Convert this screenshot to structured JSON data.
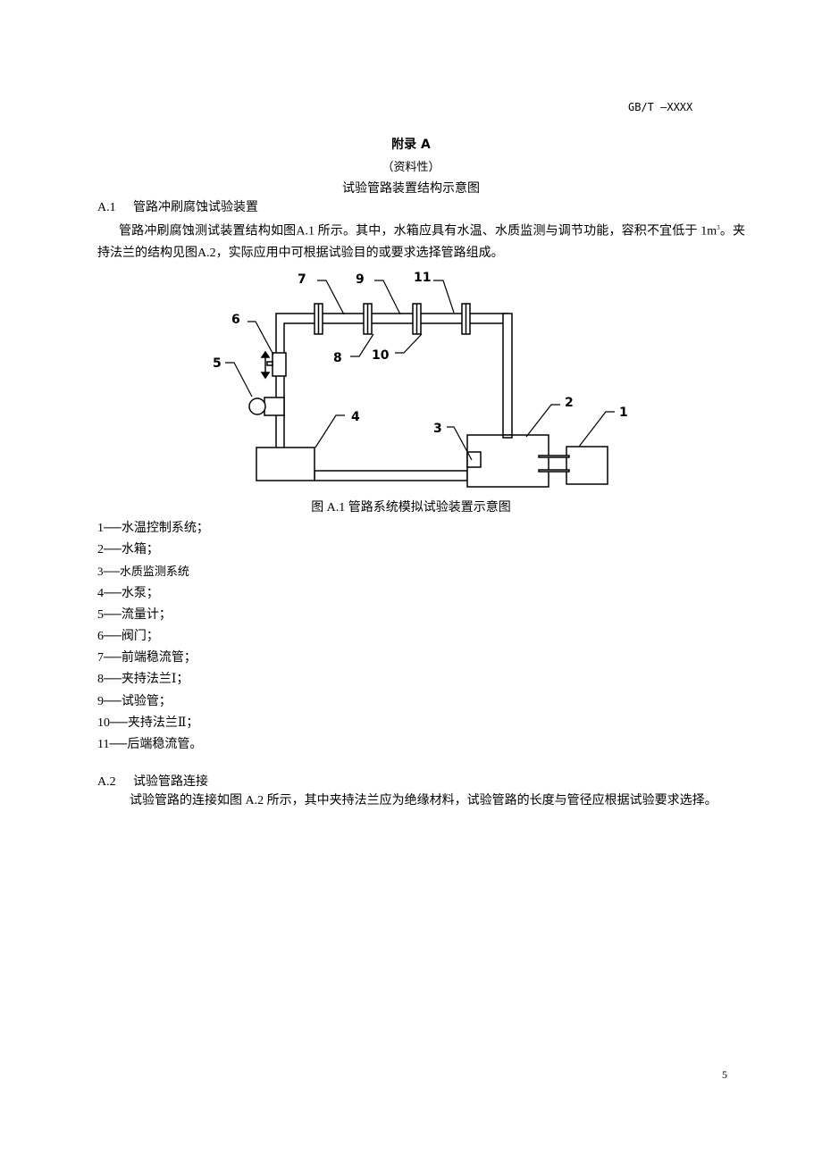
{
  "header": {
    "code": "GB/T —XXXX"
  },
  "appendix": {
    "title": "附录 A",
    "nature": "（资料性）",
    "subtitle": "试验管路装置结构示意图"
  },
  "section_a1": {
    "number": "A.1",
    "title": "管路冲刷腐蚀试验装置",
    "paragraph_part1": "管路冲刷腐蚀测试装置结构如图A.1 所示。其中，水箱应具有水温、水质监测与调节功能，容积不宜低于 1m",
    "superscript": "3",
    "paragraph_part2": "。夹持法兰的结构见图A.2，实际应用中可根据试验目的或要求选择管路组成。"
  },
  "figure": {
    "caption": "图 A.1  管路系统模拟试验装置示意图",
    "labels": [
      "1",
      "2",
      "3",
      "4",
      "5",
      "6",
      "7",
      "8",
      "9",
      "10",
      "11"
    ]
  },
  "legend": [
    "1──水温控制系统；",
    "2──水箱；",
    "3──水质监测系统",
    "4──水泵；",
    "5──流量计；",
    "6──阀门；",
    "7──前端稳流管；",
    "8──夹持法兰Ⅰ；",
    "9──试验管；",
    "10──夹持法兰Ⅱ；",
    "11──后端稳流管。"
  ],
  "section_a2": {
    "number": "A.2",
    "title": "试验管路连接",
    "paragraph": "试验管路的连接如图 A.2 所示，其中夹持法兰应为绝缘材料，试验管路的长度与管径应根据试验要求选择。"
  },
  "page_number": "5"
}
